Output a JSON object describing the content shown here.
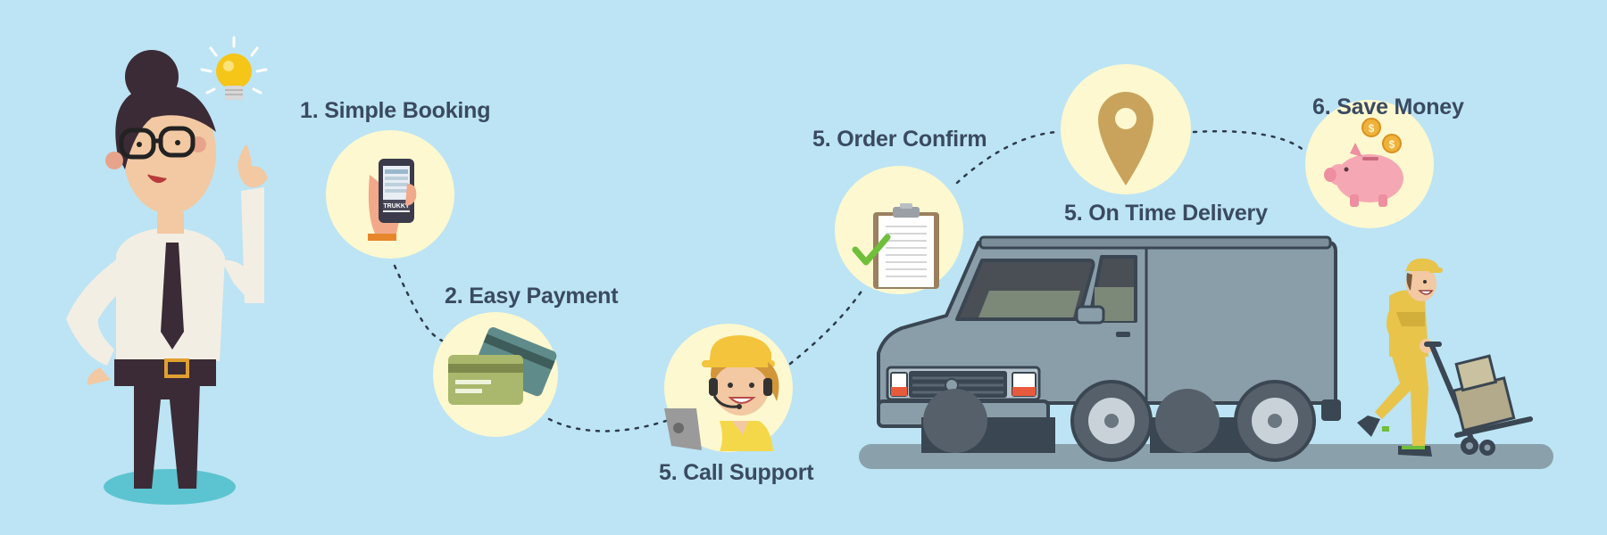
{
  "steps": [
    {
      "label": "1. Simple Booking",
      "icon": "smartphone-icon"
    },
    {
      "label": "2. Easy Payment",
      "icon": "credit-card-icon"
    },
    {
      "label": "5. Call Support",
      "icon": "support-agent-icon"
    },
    {
      "label": "5. Order Confirm",
      "icon": "clipboard-check-icon"
    },
    {
      "label": "5. On Time Delivery",
      "icon": "location-pin-icon"
    },
    {
      "label": "6. Save Money",
      "icon": "piggy-bank-icon"
    }
  ],
  "phone_brand": "TRUKKY",
  "colors": {
    "background": "#bce4f4",
    "step_circle": "#fdf8cf",
    "label_text": "#3a4a60",
    "van_body": "#8a9ea9",
    "pin": "#c9a35c",
    "piggy": "#f5a8b4",
    "check": "#6fbf3a"
  }
}
